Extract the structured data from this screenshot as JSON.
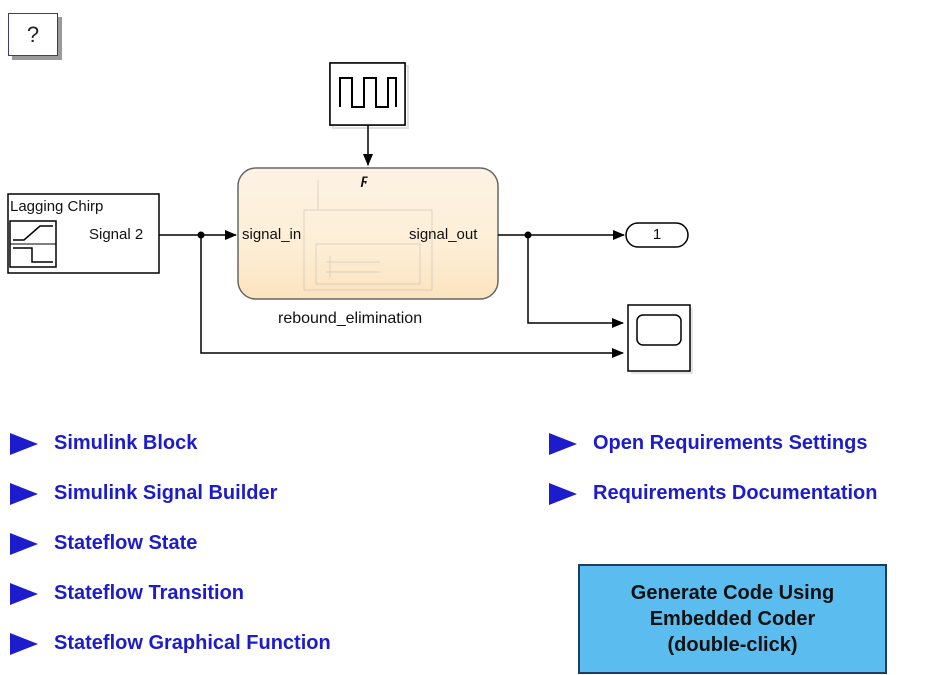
{
  "help": {
    "label": "?"
  },
  "diagram": {
    "source": {
      "title": "Lagging Chirp",
      "port": "Signal 2"
    },
    "chart": {
      "in_port": "signal_in",
      "out_port": "signal_out",
      "name": "rebound_elimination",
      "trigger_symbol": "ϝ"
    },
    "outport": {
      "number": "1"
    }
  },
  "links": {
    "left": [
      {
        "label": "Simulink Block"
      },
      {
        "label": "Simulink Signal Builder"
      },
      {
        "label": "Stateflow State"
      },
      {
        "label": "Stateflow Transition"
      },
      {
        "label": "Stateflow Graphical Function"
      }
    ],
    "right": [
      {
        "label": "Open Requirements Settings"
      },
      {
        "label": "Requirements Documentation"
      }
    ]
  },
  "generate_button": {
    "line1": "Generate Code Using",
    "line2": "Embedded Coder",
    "line3": "(double-click)"
  },
  "colors": {
    "link": "#1c1ccc",
    "button_fill": "#5bbcf0",
    "chart_fill": "#fdf0dc"
  }
}
